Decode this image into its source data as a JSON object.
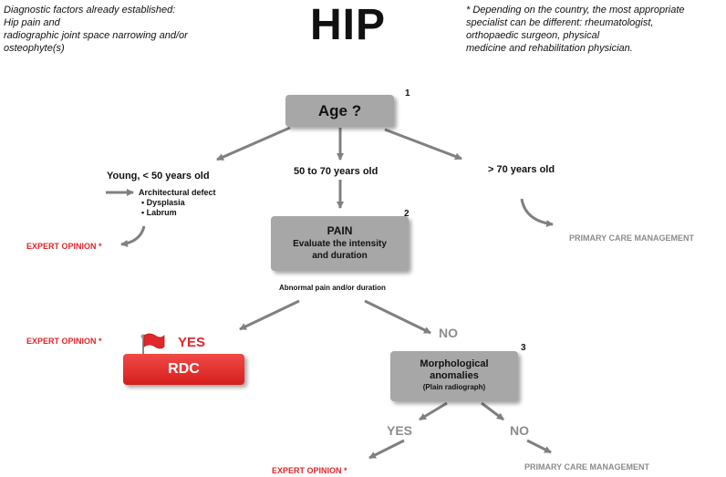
{
  "header": {
    "left_note": [
      "Diagnostic factors already established:",
      "Hip pain and",
      "radiographic joint space narrowing and/or",
      "osteophyte(s)"
    ],
    "title": "HIP",
    "right_note": [
      "* Depending on the country, the most appropriate",
      "specialist can be different: rheumatologist,",
      "orthopaedic surgeon, physical",
      "medicine and rehabilitation physician."
    ]
  },
  "age_box": {
    "label": "Age ?",
    "number": "1"
  },
  "branches": {
    "young": "Young, < 50 years old",
    "middle": "50 to 70 years old",
    "old": "> 70 years old"
  },
  "young_details": {
    "heading": "Architectural defect",
    "items": [
      "• Dysplasia",
      "• Labrum"
    ],
    "outcome": "EXPERT OPINION *"
  },
  "old_outcome": "PRIMARY CARE MANAGEMENT",
  "pain_box": {
    "title": "PAIN",
    "line1": "Evaluate the intensity",
    "line2": "and duration",
    "number": "2"
  },
  "pain_condition": "Abnormal pain and/or duration",
  "pain_yes": {
    "label": "YES",
    "outcome": "EXPERT OPINION *",
    "box": "RDC"
  },
  "pain_no": "NO",
  "morph_box": {
    "line1": "Morphological",
    "line2": "anomalies",
    "line3": "(Plain radiograph)",
    "number": "3"
  },
  "morph_yes": {
    "label": "YES",
    "outcome": "EXPERT OPINION *"
  },
  "morph_no": {
    "label": "NO",
    "outcome": "PRIMARY CARE MANAGEMENT"
  },
  "colors": {
    "box_grey": "#a7a7a7",
    "accent_red": "#e2262a",
    "arrow_grey": "#808080",
    "muted_text": "#8c8c8c"
  },
  "icons": [
    "red-flag-icon"
  ]
}
